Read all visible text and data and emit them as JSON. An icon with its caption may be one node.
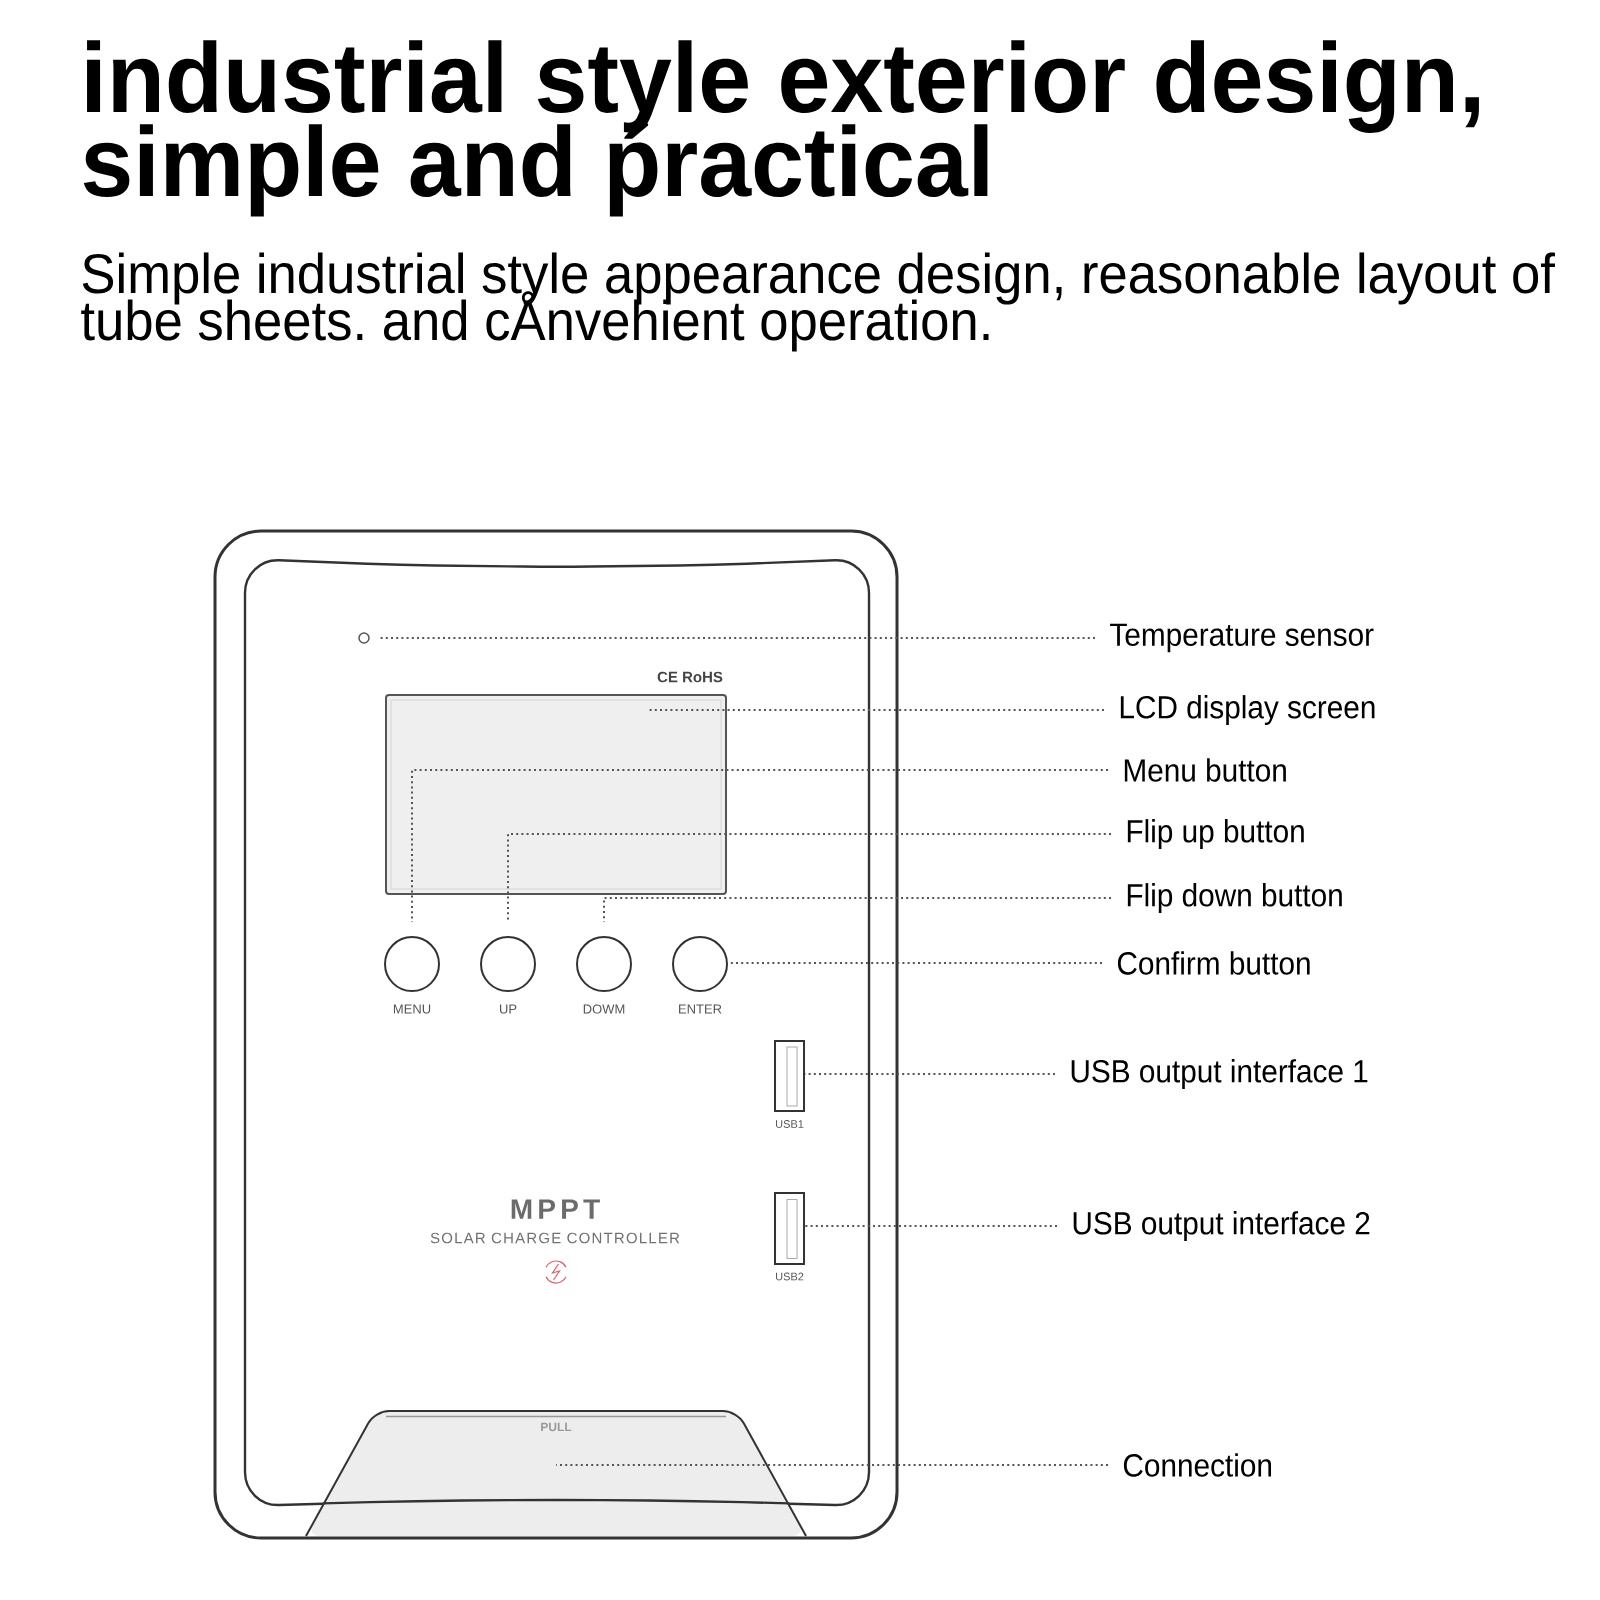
{
  "diagram": {
    "title": "industrial style exterior design, simple and ṕractical",
    "nodes": [
      {
        "text": [
          "CE RoHS",
          "MPPT",
          "SOLAR CHARGE CONTROLLER"
        ]
      },
      {
        "text": [],
        "shape": "circle",
        "in": 0
      },
      {
        "text": [],
        "shape": "box",
        "in": 0
      },
      {
        "text": [],
        "shape": "circle",
        "beside": [
          "MENU"
        ],
        "in": 0
      },
      {
        "text": [],
        "shape": "circle",
        "beside": [
          "UP"
        ],
        "in": 0
      },
      {
        "text": [],
        "shape": "circle",
        "beside": [
          "DOWM"
        ],
        "in": 0
      },
      {
        "text": [],
        "shape": "circle",
        "beside": [
          "ENTER"
        ],
        "in": 0
      },
      {
        "text": [],
        "shape": "box",
        "beside": [
          "USB1"
        ],
        "in": 0
      },
      {
        "text": [],
        "shape": "box",
        "beside": [
          "USB2"
        ],
        "in": 0
      },
      {
        "text": [
          "PULL"
        ],
        "in": 0
      },
      {
        "text": [
          "Temperature sensor"
        ]
      },
      {
        "text": [
          "LCD display screen"
        ]
      },
      {
        "text": [
          "Menu button"
        ]
      },
      {
        "text": [
          "Flip up button"
        ]
      },
      {
        "text": [
          "Flip down button"
        ]
      },
      {
        "text": [
          "Confirm button"
        ]
      },
      {
        "text": [
          "USB output interface 1"
        ]
      },
      {
        "text": [
          "USB output interface 2"
        ]
      },
      {
        "text": [
          "Connection"
        ]
      }
    ],
    "edges": [
      {
        "from": 10,
        "to": 1,
        "arrow": "none"
      },
      {
        "from": 11,
        "to": 2,
        "arrow": "none"
      },
      {
        "from": 12,
        "to": 3,
        "arrow": "none"
      },
      {
        "from": 13,
        "to": 4,
        "arrow": "none"
      },
      {
        "from": 14,
        "to": 5,
        "arrow": "none"
      },
      {
        "from": 15,
        "to": 6,
        "arrow": "none"
      },
      {
        "from": 16,
        "to": 7,
        "arrow": "none"
      },
      {
        "from": 17,
        "to": 8,
        "arrow": "none"
      },
      {
        "from": 18,
        "to": 9,
        "arrow": "none"
      }
    ],
    "labels": [
      "Simple industrial style appearance design, reasonable layout of tube sheets. and cÅnvehient operation."
    ]
  }
}
